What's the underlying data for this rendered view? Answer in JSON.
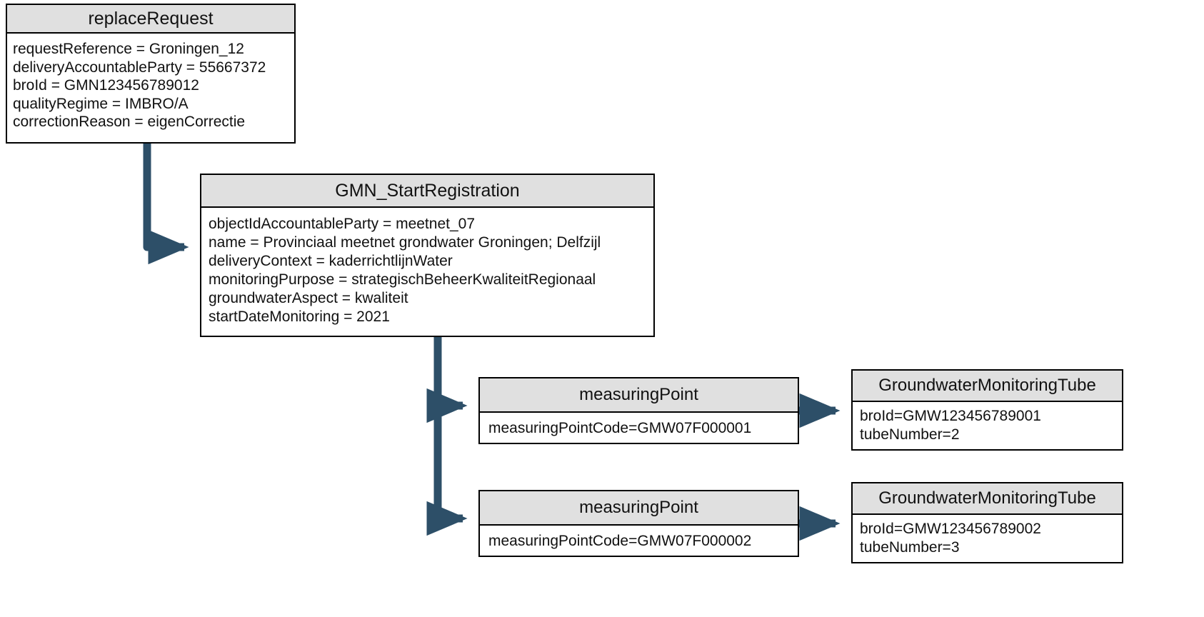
{
  "diagram": {
    "title": "GMN replaceRequest object diagram",
    "colors": {
      "connector": "#2d4f68",
      "header_fill": "#e0e0e0",
      "border": "#000000",
      "background": "#ffffff",
      "text": "#111111"
    }
  },
  "boxes": {
    "replace_request": {
      "title": "replaceRequest",
      "attributes": [
        "requestReference = Groningen_12",
        "deliveryAccountableParty = 55667372",
        "broId = GMN123456789012",
        "qualityRegime = IMBRO/A",
        "correctionReason = eigenCorrectie"
      ]
    },
    "gmn_start_registration": {
      "title": "GMN_StartRegistration",
      "attributes": [
        "objectIdAccountableParty = meetnet_07",
        "name = Provinciaal meetnet grondwater Groningen; Delfzijl",
        "deliveryContext = kaderrichtlijnWater",
        "monitoringPurpose = strategischBeheerKwaliteitRegionaal",
        "groundwaterAspect = kwaliteit",
        "startDateMonitoring = 2021"
      ]
    },
    "measuring_point_1": {
      "title": "measuringPoint",
      "attributes": [
        "measuringPointCode=GMW07F000001"
      ]
    },
    "measuring_point_2": {
      "title": "measuringPoint",
      "attributes": [
        "measuringPointCode=GMW07F000002"
      ]
    },
    "gw_tube_1": {
      "title": "GroundwaterMonitoringTube",
      "attributes": [
        "broId=GMW123456789001",
        "tubeNumber=2"
      ]
    },
    "gw_tube_2": {
      "title": "GroundwaterMonitoringTube",
      "attributes": [
        "broId=GMW123456789002",
        "tubeNumber=3"
      ]
    }
  },
  "connectors": [
    {
      "name": "replace-request-to-gmn-start-registration",
      "from": "replace_request",
      "to": "gmn_start_registration"
    },
    {
      "name": "gmn-start-registration-to-measuring-point-1",
      "from": "gmn_start_registration",
      "to": "measuring_point_1"
    },
    {
      "name": "gmn-start-registration-to-measuring-point-2",
      "from": "gmn_start_registration",
      "to": "measuring_point_2"
    },
    {
      "name": "measuring-point-1-to-gw-tube-1",
      "from": "measuring_point_1",
      "to": "gw_tube_1"
    },
    {
      "name": "measuring-point-2-to-gw-tube-2",
      "from": "measuring_point_2",
      "to": "gw_tube_2"
    }
  ]
}
